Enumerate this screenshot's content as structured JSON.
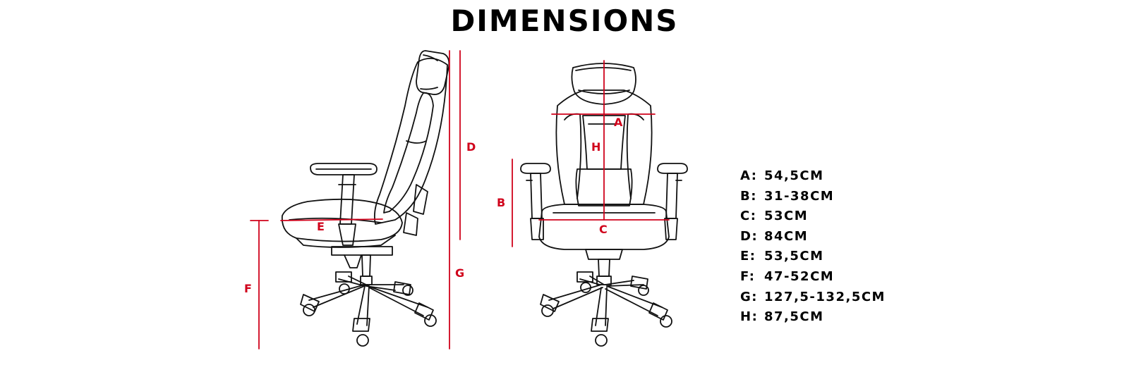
{
  "title": "DIMENSIONS",
  "colors": {
    "line": "#111111",
    "dimension": "#d0021b",
    "text": "#000000"
  },
  "labels": {
    "side_d": "D",
    "side_g": "G",
    "side_e": "E",
    "side_f": "F",
    "front_a": "A",
    "front_h": "H",
    "front_b": "B",
    "front_c": "C"
  },
  "legend": [
    {
      "key": "A:",
      "value": "54,5CM"
    },
    {
      "key": "B:",
      "value": "31-38CM"
    },
    {
      "key": "C:",
      "value": "53CM"
    },
    {
      "key": "D:",
      "value": "84CM"
    },
    {
      "key": "E:",
      "value": "53,5CM"
    },
    {
      "key": "F:",
      "value": "47-52CM"
    },
    {
      "key": "G:",
      "value": "127,5-132,5CM"
    },
    {
      "key": "H:",
      "value": "87,5CM"
    }
  ]
}
